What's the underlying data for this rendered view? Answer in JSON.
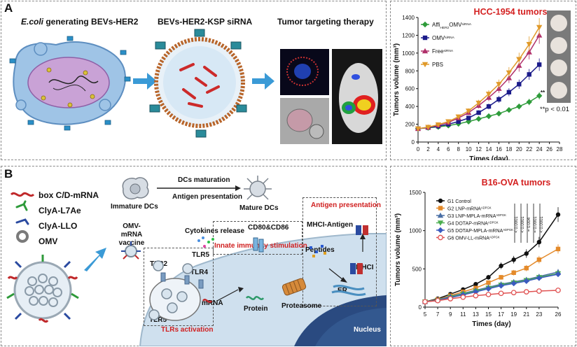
{
  "panel_a": {
    "letter": "A",
    "title_ecoli": "E.coli",
    "title_ecoli_rest": " generating BEVs-HER2",
    "title_bevs": "BEVs-HER2-KSP siRNA",
    "title_tumor": "Tumor targeting therapy"
  },
  "panel_b": {
    "letter": "B",
    "legend": [
      "box C/D-mRNA",
      "ClyA-L7Ae",
      "ClyA-LLO",
      "OMV"
    ],
    "omv_mrna_vaccine": "OMV-mRNA vaccine",
    "immature_dcs": "Immature DCs",
    "dcs_maturation": "DCs maturation",
    "antigen_presentation": "Antigen presentation",
    "mature_dcs": "Mature DCs",
    "cytokines_release": "Cytokines release",
    "cd80_cd86": "CD80&CD86",
    "antigen_presentation_box": "Antigen presentation",
    "mhci_antigen": "MHCI-Antigen",
    "peptides": "Peptides",
    "innate_immunity": "Innate immunity stimulation",
    "tlr5_top": "TLR5",
    "tlr2": "TLR2",
    "tlr4": "TLR4",
    "tlr5_bottom": "TLR5",
    "tlrs_activation": "TLRs activation",
    "mrna": "mRNA",
    "protein": "Protein",
    "proteasome": "Proteasome",
    "mhci": "MHCI",
    "er": "ER",
    "nucleus": "Nucleus"
  },
  "chart_data": [
    {
      "type": "line",
      "title": "HCC-1954 tumors",
      "xlabel": "Times (day)",
      "ylabel": "Tumors volume (mm³)",
      "xlim": [
        0,
        28
      ],
      "ylim": [
        0,
        1400
      ],
      "xticks": [
        0,
        2,
        4,
        6,
        8,
        10,
        12,
        14,
        16,
        18,
        20,
        22,
        24,
        26,
        28
      ],
      "yticks": [
        0,
        200,
        400,
        600,
        800,
        1000,
        1200,
        1400
      ],
      "x": [
        0,
        2,
        4,
        6,
        8,
        10,
        12,
        14,
        16,
        18,
        20,
        22,
        24
      ],
      "series": [
        {
          "name": "Affi",
          "name_sub": "HER2",
          "name_tail": "OMV",
          "name_sup": "siRNA",
          "color": "#2e9b3a",
          "marker": "diamond",
          "values": [
            150,
            160,
            170,
            185,
            205,
            230,
            260,
            290,
            320,
            360,
            400,
            450,
            520
          ]
        },
        {
          "name": "OMV",
          "name_sup": "siRNA",
          "color": "#1b1b8a",
          "marker": "square",
          "values": [
            150,
            162,
            178,
            200,
            230,
            270,
            330,
            400,
            480,
            560,
            650,
            760,
            870
          ]
        },
        {
          "name": "Free",
          "name_sup": "siRNA",
          "color": "#b0306a",
          "marker": "triangle",
          "values": [
            150,
            165,
            190,
            220,
            270,
            330,
            410,
            500,
            600,
            720,
            860,
            1010,
            1200
          ]
        },
        {
          "name": "PBS",
          "color": "#e09a2a",
          "marker": "inverted-triangle",
          "values": [
            150,
            168,
            195,
            230,
            285,
            350,
            440,
            540,
            650,
            780,
            930,
            1100,
            1290
          ]
        }
      ],
      "annotation": "**p < 0.01",
      "annotation_short": "**",
      "legend_position": "top-left"
    },
    {
      "type": "line",
      "title": "B16-OVA tumors",
      "xlabel": "Times (day)",
      "ylabel": "Tumors volume (mm³)",
      "xlim": [
        5,
        26
      ],
      "ylim": [
        0,
        1500
      ],
      "xticks": [
        5,
        7,
        9,
        11,
        13,
        15,
        17,
        19,
        21,
        23,
        26
      ],
      "yticks": [
        0,
        500,
        1000,
        1500
      ],
      "x": [
        5,
        7,
        9,
        11,
        13,
        15,
        17,
        19,
        21,
        23,
        26
      ],
      "series": [
        {
          "name": "G1 Control",
          "color": "#111111",
          "marker": "circle",
          "values": [
            70,
            110,
            170,
            230,
            300,
            390,
            540,
            620,
            700,
            850,
            1210
          ]
        },
        {
          "name": "G2 LNP-mRNA",
          "name_sup": "ADPGK",
          "color": "#e48a2a",
          "marker": "square",
          "values": [
            70,
            100,
            150,
            200,
            250,
            320,
            390,
            450,
            510,
            620,
            760
          ]
        },
        {
          "name": "G3 LNP-MPLA-mRNA",
          "name_sup": "ADPGK",
          "color": "#4a6fa5",
          "marker": "triangle",
          "values": [
            70,
            95,
            140,
            180,
            220,
            260,
            300,
            330,
            360,
            400,
            460
          ]
        },
        {
          "name": "G4 DOTAP-mRNA",
          "name_sup": "ADPGK",
          "color": "#4caf50",
          "marker": "inverted-triangle",
          "values": [
            70,
            90,
            130,
            170,
            210,
            250,
            290,
            320,
            350,
            390,
            440
          ]
        },
        {
          "name": "G5 DOTAP-MPLA-mRNA",
          "name_sup": "ADPGK",
          "color": "#3b5bbf",
          "marker": "diamond",
          "values": [
            70,
            88,
            125,
            160,
            200,
            240,
            280,
            310,
            340,
            380,
            430
          ]
        },
        {
          "name": "G6 OMV-LL-mRNA",
          "name_sup": "ADPGK",
          "color": "#e05252",
          "marker": "circle-open",
          "values": [
            70,
            85,
            110,
            130,
            150,
            165,
            180,
            190,
            200,
            210,
            220
          ]
        }
      ],
      "stat_labels": [
        "< 0.0001",
        "< 0.0001",
        "= 0.004",
        "= 0.0001",
        "< 0.0001"
      ],
      "legend_position": "top-left"
    }
  ]
}
